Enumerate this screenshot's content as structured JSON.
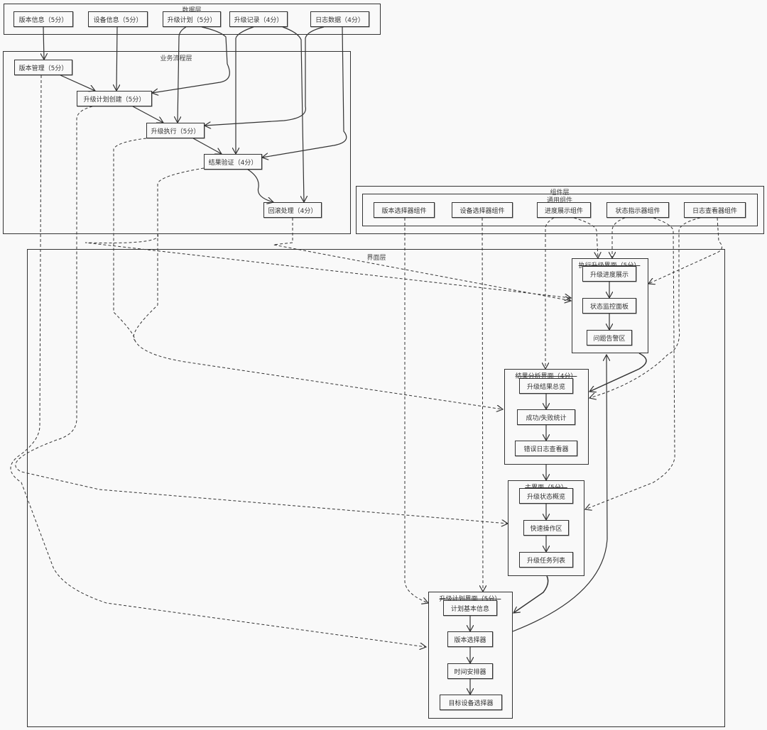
{
  "layers": {
    "data": {
      "title": "数据层",
      "nodes": [
        "版本信息（5分）",
        "设备信息（5分）",
        "升级计划（5分）",
        "升级记录（4分）",
        "日志数据（4分）"
      ]
    },
    "business": {
      "title": "业务流程层",
      "nodes": [
        "版本管理（5分）",
        "升级计划创建（5分）",
        "升级执行（5分）",
        "结果验证（4分）",
        "回滚处理（4分）"
      ]
    },
    "component": {
      "title": "组件层",
      "subgroup_title": "通用组件",
      "nodes": [
        "版本选择器组件",
        "设备选择器组件",
        "进度展示组件",
        "状态指示器组件",
        "日志查看器组件"
      ]
    },
    "interface": {
      "title": "界面层",
      "screens": [
        {
          "title": "执行升级界面（5分）",
          "items": [
            "升级进度展示",
            "状态监控面板",
            "问题告警区"
          ]
        },
        {
          "title": "结果分析界面（4分）",
          "items": [
            "升级结果总览",
            "成功/失败统计",
            "错误日志查看器"
          ]
        },
        {
          "title": "主界面（5分）",
          "items": [
            "升级状态概览",
            "快速操作区",
            "升级任务列表"
          ]
        },
        {
          "title": "升级计划界面（5分）",
          "items": [
            "计划基本信息",
            "版本选择器",
            "时间安排器",
            "目标设备选择器"
          ]
        }
      ]
    }
  },
  "edges": {
    "solid": [
      [
        "版本信息（5分）",
        "版本管理（5分）"
      ],
      [
        "设备信息（5分）",
        "升级计划创建（5分）"
      ],
      [
        "升级计划（5分）",
        "升级计划创建（5分）"
      ],
      [
        "升级计划（5分）",
        "升级执行（5分）"
      ],
      [
        "升级记录（4分）",
        "结果验证（4分）"
      ],
      [
        "升级记录（4分）",
        "回滚处理（4分）"
      ],
      [
        "日志数据（4分）",
        "升级执行（5分）"
      ],
      [
        "日志数据（4分）",
        "结果验证（4分）"
      ],
      [
        "版本管理（5分）",
        "升级计划创建（5分）"
      ],
      [
        "升级计划创建（5分）",
        "升级执行（5分）"
      ],
      [
        "升级执行（5分）",
        "结果验证（4分）"
      ],
      [
        "结果验证（4分）",
        "回滚处理（4分）"
      ],
      [
        "执行升级界面（5分）",
        "结果分析界面（4分）"
      ],
      [
        "主界面（5分）",
        "升级计划界面（5分）"
      ],
      [
        "升级计划界面（5分）",
        "执行升级界面（5分）"
      ]
    ],
    "dashed": [
      [
        "版本管理（5分）",
        "升级计划界面（5分）"
      ],
      [
        "升级计划创建（5分）",
        "主界面（5分）"
      ],
      [
        "升级执行（5分）",
        "结果分析界面（4分）"
      ],
      [
        "结果验证（4分）",
        "执行升级界面（5分）"
      ],
      [
        "回滚处理（4分）",
        "执行升级界面（5分）"
      ],
      [
        "版本选择器组件",
        "升级计划界面（5分）"
      ],
      [
        "设备选择器组件",
        "升级计划界面（5分）"
      ],
      [
        "进度展示组件",
        "执行升级界面（5分）"
      ],
      [
        "进度展示组件",
        "结果分析界面（4分）"
      ],
      [
        "状态指示器组件",
        "执行升级界面（5分）"
      ],
      [
        "状态指示器组件",
        "主界面（5分）"
      ],
      [
        "日志查看器组件",
        "执行升级界面（5分）"
      ],
      [
        "日志查看器组件",
        "结果分析界面（4分）"
      ]
    ]
  }
}
